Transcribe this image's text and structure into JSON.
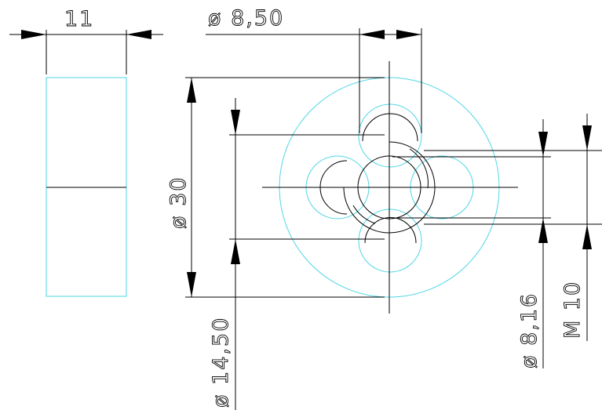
{
  "drawing": {
    "colors": {
      "background": "#ffffff",
      "dimension_lines": "#000000",
      "geometry_lines": "#4fd6e6"
    },
    "dimensions": {
      "side_width": "11",
      "slot_diameter": "ø 8,50",
      "outer_diameter": "ø 30",
      "pitch_diameter": "ø 14,50",
      "minor_diameter": "ø 8,16",
      "thread": "M 10"
    }
  }
}
